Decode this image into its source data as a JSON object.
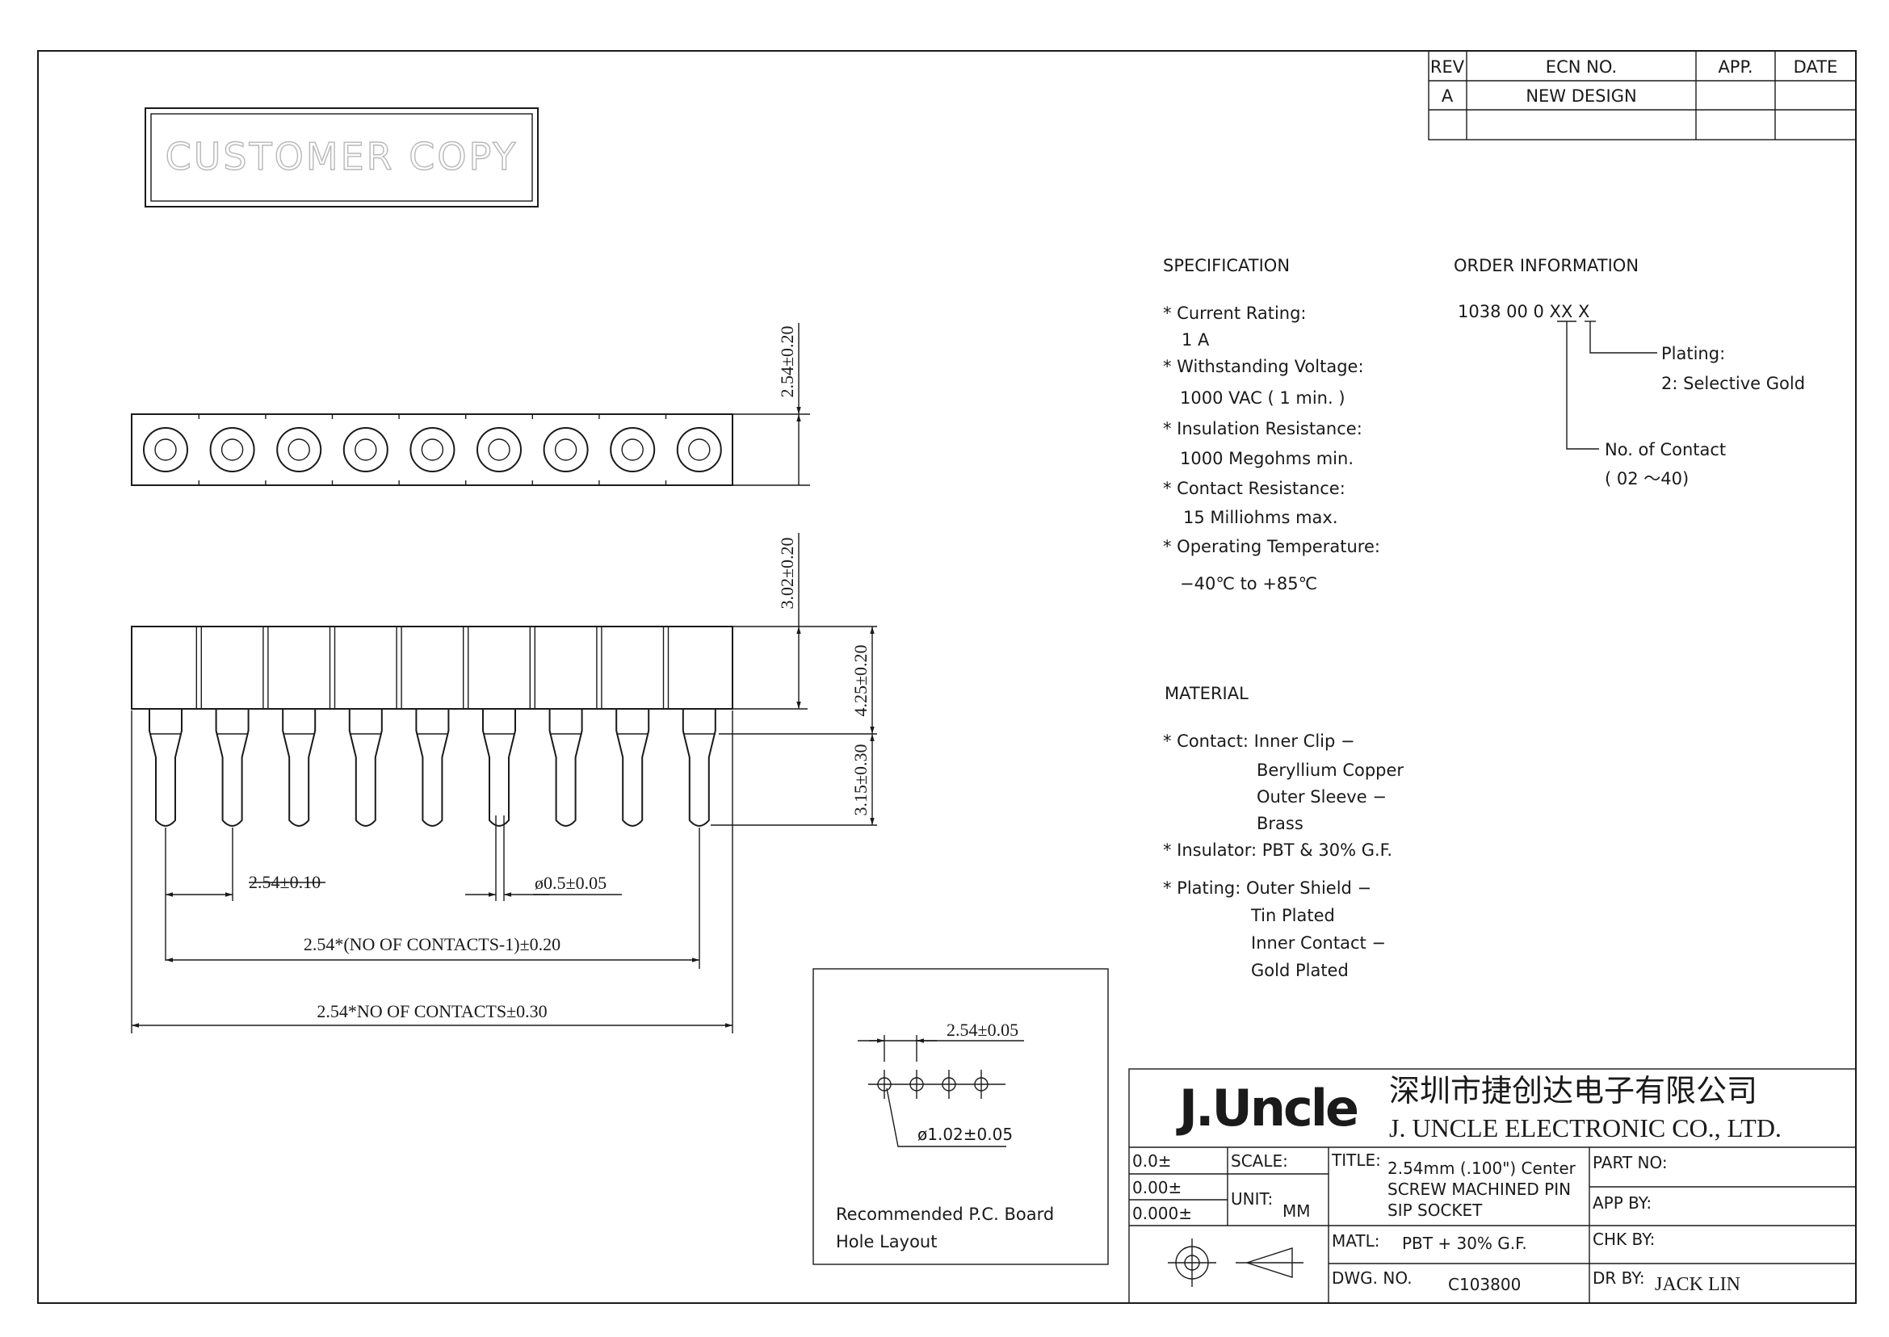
{
  "stamp": "CUSTOMER COPY",
  "revision_table": {
    "headers": [
      "REV",
      "ECN NO.",
      "APP.",
      "DATE"
    ],
    "rows": [
      [
        "A",
        "NEW DESIGN",
        "",
        ""
      ],
      [
        "",
        "",
        "",
        ""
      ]
    ]
  },
  "specification": {
    "heading": "SPECIFICATION",
    "lines": [
      "* Current Rating:",
      "1 A",
      "* Withstanding Voltage:",
      "1000 VAC ( 1 min. )",
      "* Insulation Resistance:",
      "1000 Megohms min.",
      "* Contact Resistance:",
      "15 Milliohms max.",
      "* Operating Temperature:",
      "−40℃ to +85℃"
    ]
  },
  "order_information": {
    "heading": "ORDER INFORMATION",
    "code": "1038 00 0 XX X",
    "plating_label": "Plating:",
    "plating_value": "2: Selective Gold",
    "contacts_label": "No. of Contact",
    "contacts_value": "( 02 ～40)"
  },
  "material": {
    "heading": "MATERIAL",
    "lines": [
      "* Contact: Inner Clip −",
      "Beryllium Copper",
      "Outer Sleeve −",
      "Brass",
      "* Insulator: PBT & 30% G.F.",
      "* Plating: Outer Shield −",
      "Tin Plated",
      "Inner Contact −",
      "Gold Plated"
    ]
  },
  "dimensions": {
    "top_height": "2.54±0.20",
    "body_height": "3.02±0.20",
    "overall_height": "4.25±0.20",
    "pin_length": "3.15±0.30",
    "pitch": "2.54±0.10",
    "pin_dia": "ø0.5±0.05",
    "pin_span": "2.54*(NO OF CONTACTS-1)±0.20",
    "body_length": "2.54*NO OF CONTACTS±0.30"
  },
  "pcb_layout": {
    "pitch": "2.54±0.05",
    "hole_dia": "ø1.02±0.05",
    "caption_line1": "Recommended P.C. Board",
    "caption_line2": "Hole Layout"
  },
  "title_block": {
    "logo": "J.Uncle",
    "company_cn": "深圳市捷创达电子有限公司",
    "company_en": "J. UNCLE ELECTRONIC CO., LTD.",
    "tolerances": [
      "0.0±",
      "0.00±",
      "0.000±"
    ],
    "scale_label": "SCALE:",
    "unit_label": "UNIT:",
    "unit_value": "MM",
    "title_label": "TITLE:",
    "title_lines": [
      "2.54mm (.100\") Center",
      "SCREW MACHINED PIN",
      "SIP SOCKET"
    ],
    "part_no_label": "PART NO:",
    "app_by_label": "APP BY:",
    "matl_label": "MATL:",
    "matl_value": "PBT + 30% G.F.",
    "chk_by_label": "CHK BY:",
    "dwg_no_label": "DWG. NO.",
    "dwg_no_value": "C103800",
    "dr_by_label": "DR BY:",
    "dr_by_value": "JACK LIN"
  }
}
